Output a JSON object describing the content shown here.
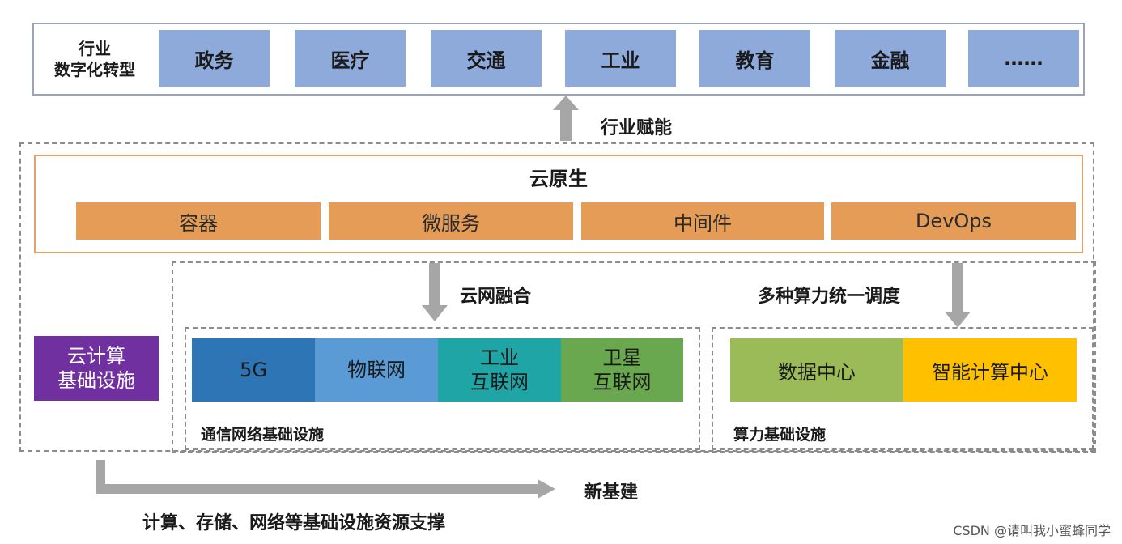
{
  "industry": {
    "title_line1": "行业",
    "title_line2": "数字化转型",
    "items": [
      "政务",
      "医疗",
      "交通",
      "工业",
      "教育",
      "金融",
      "……"
    ]
  },
  "industry_enable_label": "行业赋能",
  "cloud_native": {
    "title": "云原生",
    "items": [
      "容器",
      "微服务",
      "中间件",
      "DevOps"
    ]
  },
  "cloud_network_label": "云网融合",
  "compute_schedule_label": "多种算力统一调度",
  "cloud_infra": {
    "line1": "云计算",
    "line2": "基础设施"
  },
  "comm_network": {
    "caption": "通信网络基础设施",
    "items": [
      {
        "line1": "5G",
        "line2": ""
      },
      {
        "line1": "物联网",
        "line2": ""
      },
      {
        "line1": "工业",
        "line2": "互联网"
      },
      {
        "line1": "卫星",
        "line2": "互联网"
      }
    ]
  },
  "compute_infra": {
    "caption": "算力基础设施",
    "items": [
      "数据中心",
      "智能计算中心"
    ]
  },
  "new_infra_label": "新基建",
  "bottom_caption": "计算、存储、网络等基础设施资源支撑",
  "watermark": "CSDN @请叫我小蜜蜂同学",
  "colors": {
    "industry_box": "#8eaadb",
    "cloud_native_box": "#e59c56",
    "cloud_native_border": "#e3a06c",
    "cloud_infra": "#7030a0",
    "net_5g": "#2e75b6",
    "net_iot": "#5b9bd5",
    "net_industrial": "#1fa5a5",
    "net_satellite": "#6aa84f",
    "data_center": "#9bbb59",
    "ai_center": "#ffc000",
    "arrow": "#a6a6a6"
  }
}
